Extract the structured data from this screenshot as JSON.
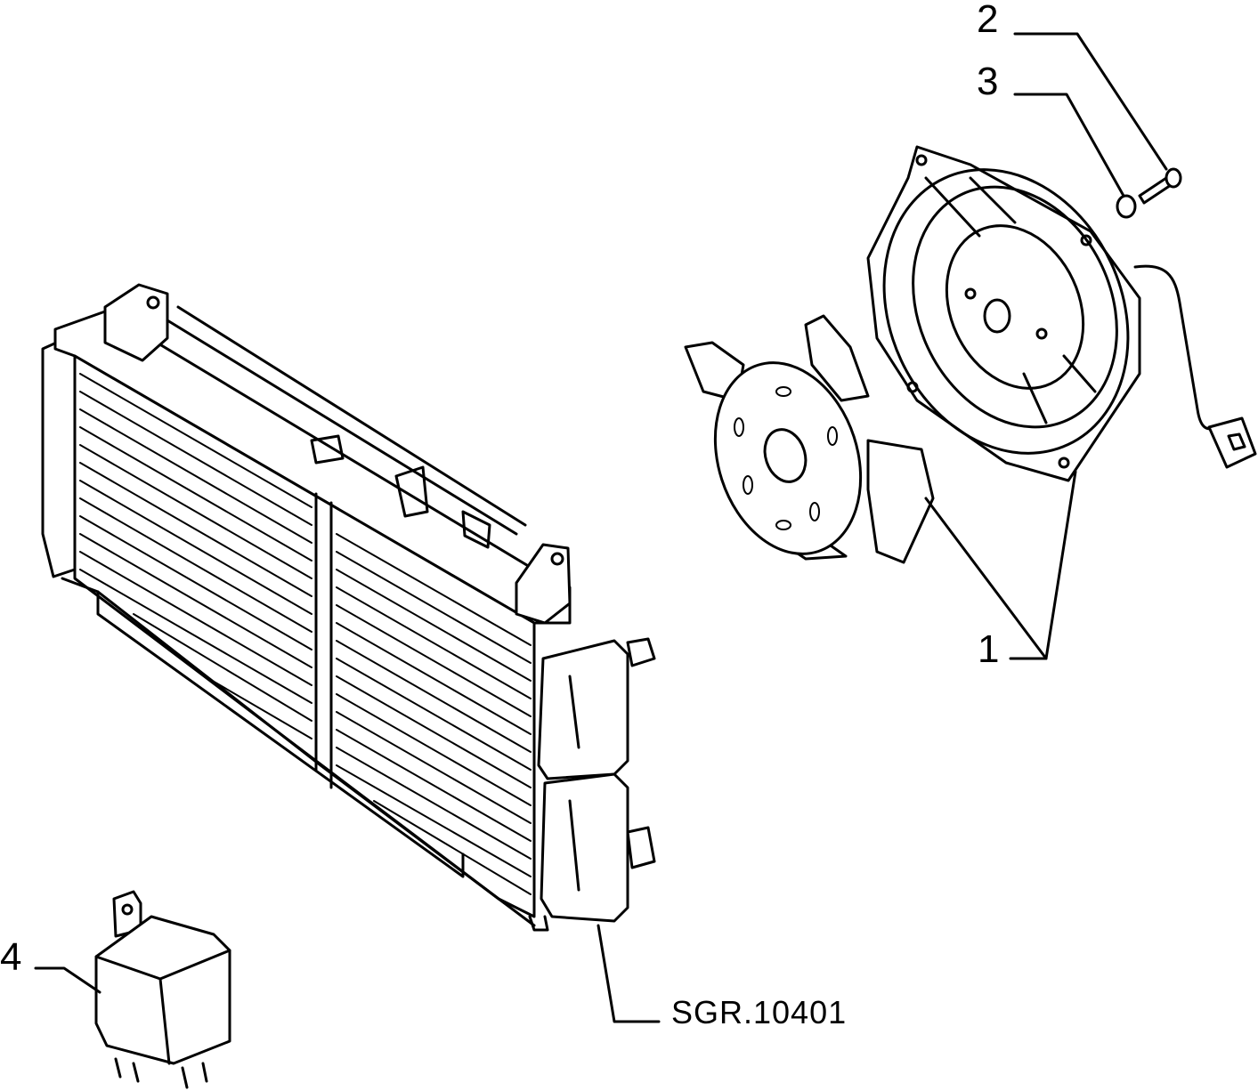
{
  "callouts": {
    "part_1": "1",
    "part_2": "2",
    "part_3": "3",
    "part_4": "4"
  },
  "drawing_reference": "SGR.10401"
}
